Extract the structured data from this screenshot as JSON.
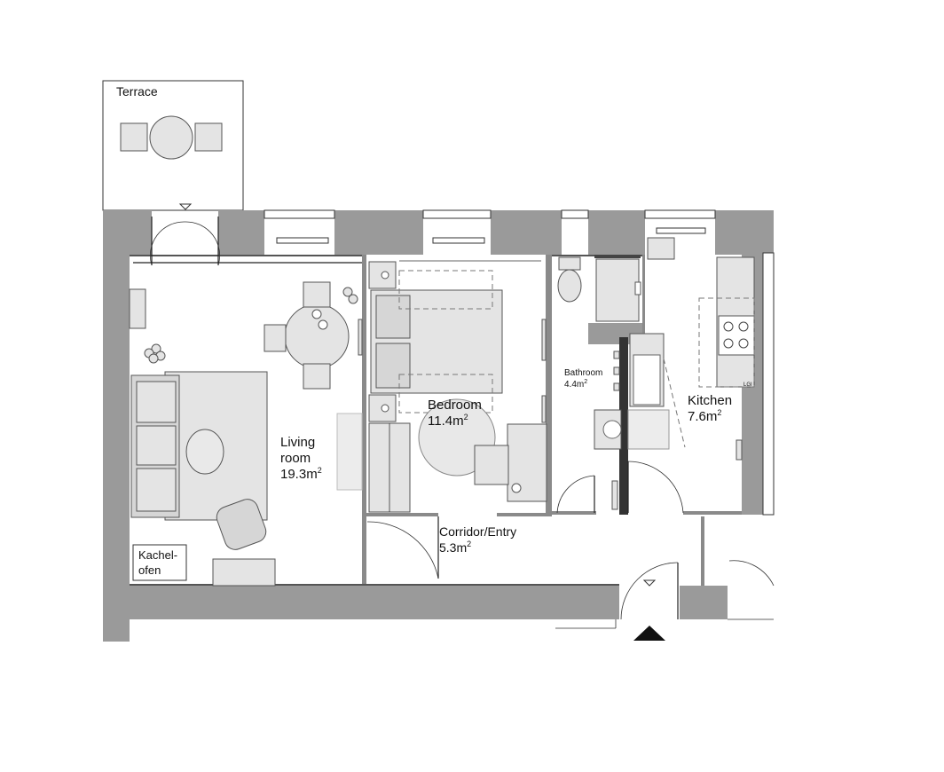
{
  "rooms": {
    "terrace": {
      "label": "Terrace"
    },
    "living": {
      "line1": "Living",
      "line2": "room",
      "area": "19.3m",
      "sup": "2"
    },
    "bedroom": {
      "name": "Bedroom",
      "area": "11.4m",
      "sup": "2"
    },
    "bathroom": {
      "name": "Bathroom",
      "area": "4.4m",
      "sup": "2"
    },
    "kitchen": {
      "name": "Kitchen",
      "area": "7.6m",
      "sup": "2"
    },
    "corridor": {
      "name": "Corridor/Entry",
      "area": "5.3m",
      "sup": "2"
    }
  },
  "stove": {
    "line1": "Kachel-",
    "line2": "ofen"
  },
  "appliance": {
    "label": "LGI"
  }
}
